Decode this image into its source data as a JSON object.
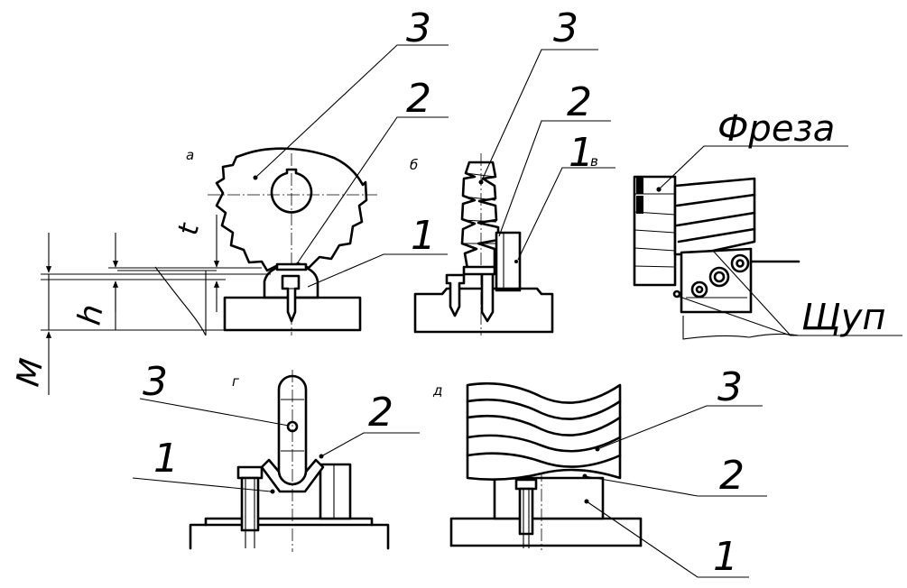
{
  "labels": {
    "a_3": "3",
    "a_2": "2",
    "a_1": "1",
    "b_3": "3",
    "b_2": "2",
    "b_1": "1",
    "c_freza": "Фреза",
    "c_shchup": "Щуп",
    "g_3": "3",
    "g_2": "2",
    "g_1": "1",
    "d_3": "3",
    "d_2": "2",
    "d_1": "1"
  },
  "view_letters": {
    "a": "а",
    "b": "б",
    "v": "в",
    "g": "г",
    "d": "д"
  },
  "dimensions": {
    "t": "t",
    "h": "h",
    "M": "М"
  }
}
